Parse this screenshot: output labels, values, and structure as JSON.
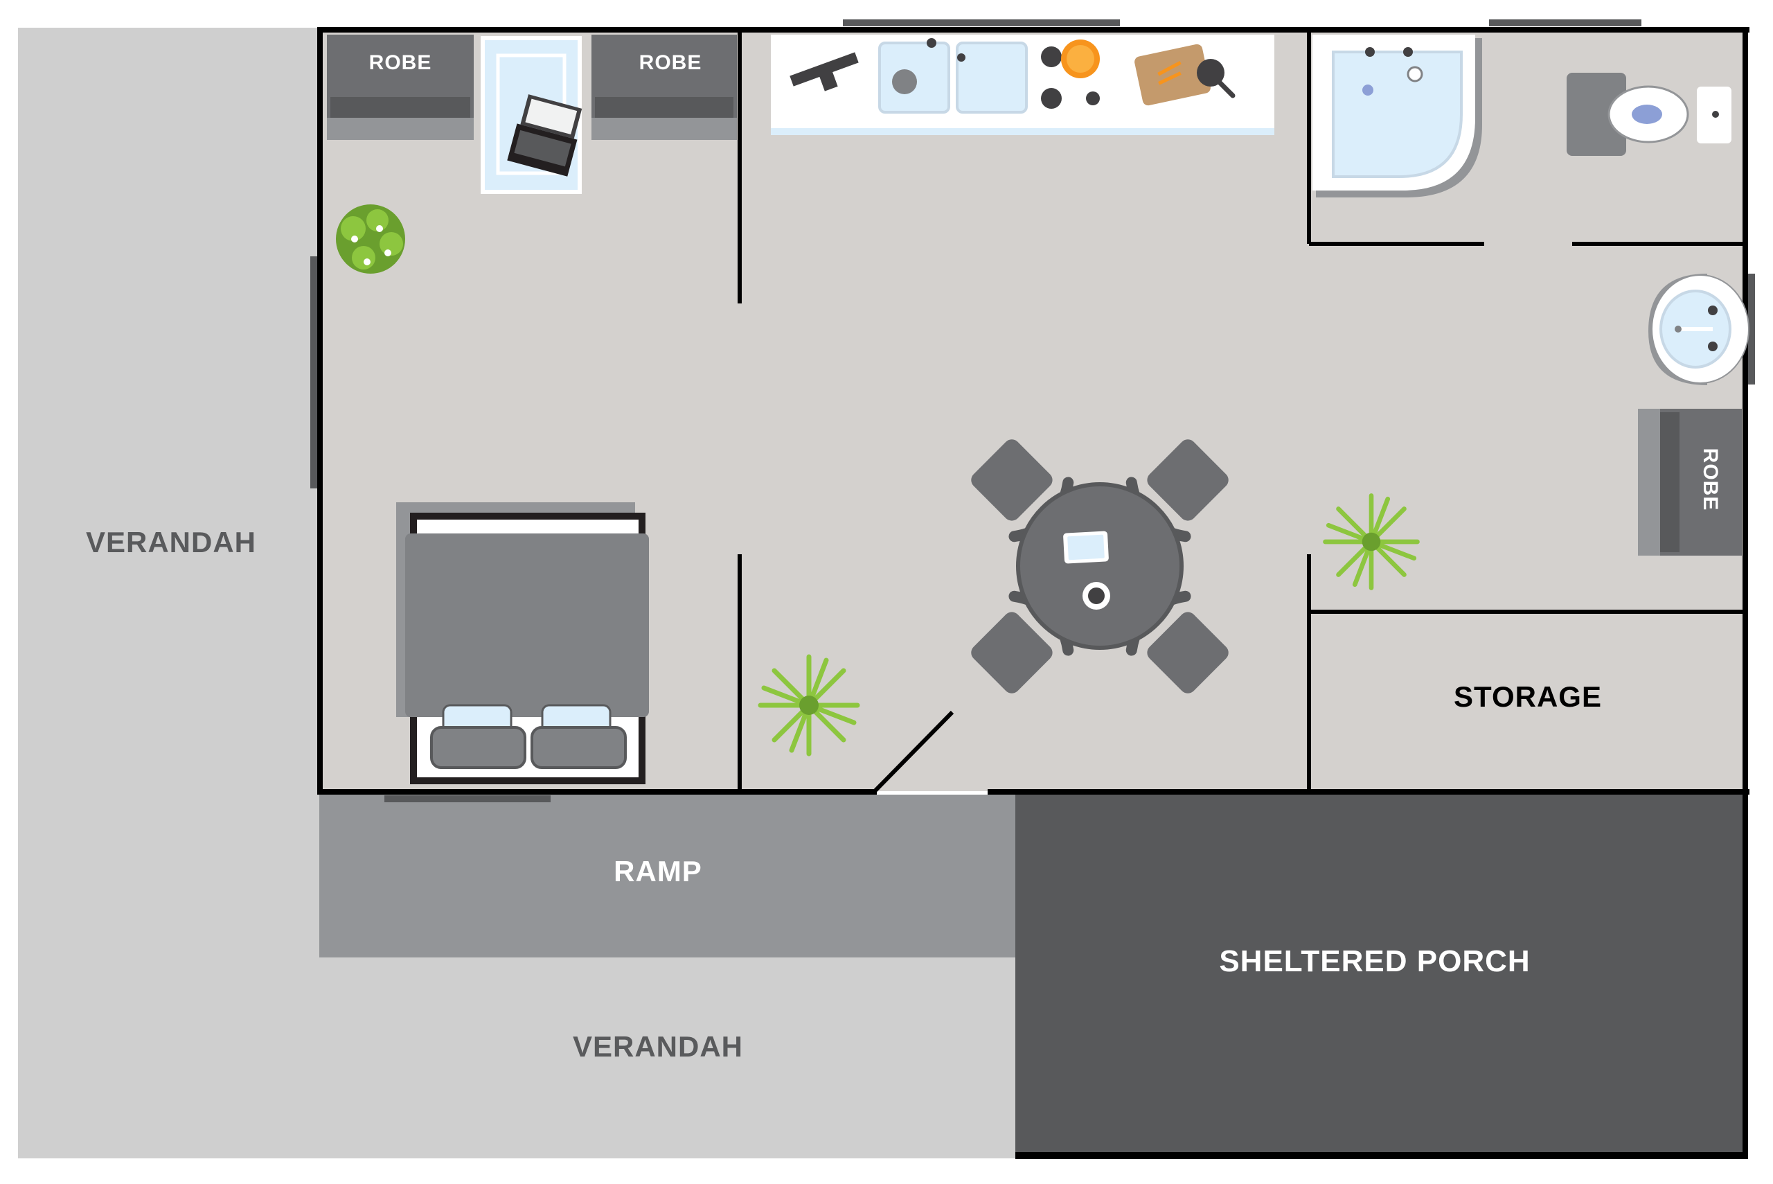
{
  "labels": {
    "robe_left": "ROBE",
    "robe_middle": "ROBE",
    "robe_right": "ROBE",
    "verandah_left": "VERANDAH",
    "verandah_bottom": "VERANDAH",
    "ramp": "RAMP",
    "storage": "STORAGE",
    "sheltered_porch": "SHELTERED PORCH"
  },
  "colors": {
    "floor": "#d4d1ce",
    "verandah": "#cfcfcf",
    "ramp": "#939598",
    "porch": "#58595b",
    "wall": "#000000",
    "furniture": "#6d6e71",
    "fixture_blue": "#dbeefb",
    "plant_green": "#8dc63f",
    "label_dark": "#595a5c",
    "label_light": "#ffffff"
  },
  "icons": [
    "laptop-icon",
    "computer-monitor-icon",
    "sink-icon",
    "stove-icon",
    "chopping-board-icon",
    "frying-pan-icon",
    "bathtub-icon",
    "toilet-icon",
    "basin-icon",
    "dining-table-icon",
    "chair-icon",
    "bed-icon",
    "plant-icon",
    "tablet-icon",
    "coffee-cup-icon"
  ]
}
